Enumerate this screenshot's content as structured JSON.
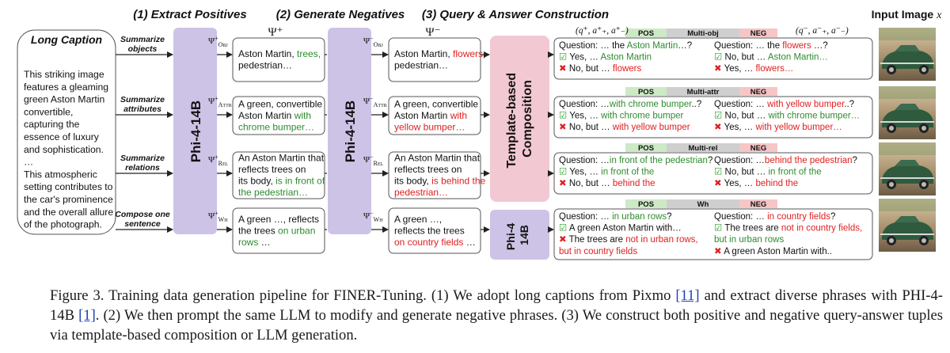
{
  "headers": {
    "step1": "(1) Extract Positives",
    "step2": "(2) Generate Negatives",
    "step3": "(3) Query & Answer Construction",
    "input_image": "Input Image",
    "input_image_var": "x",
    "psi_plus": "Ψ⁺",
    "psi_minus": "Ψ⁻"
  },
  "long_caption": {
    "title": "Long Caption",
    "lines": [
      "This striking image",
      "features a gleaming",
      "green Aston Martin",
      "convertible,",
      "capturing the",
      "essence of luxury",
      "and sophistication.",
      "…",
      "This atmospheric",
      "setting contributes to",
      "the car's prominence",
      "and the overall allure",
      "of the photograph."
    ]
  },
  "tasks": [
    {
      "lines": [
        "Summarize",
        "objects"
      ]
    },
    {
      "lines": [
        "Summarize",
        "attributes"
      ]
    },
    {
      "lines": [
        "Summarize",
        "relations"
      ]
    },
    {
      "lines": [
        "Compose one",
        "sentence"
      ]
    }
  ],
  "models": {
    "llm1": "Phi-4-14B",
    "llm2": "Phi-4-14B",
    "template": [
      "Template-based",
      "Composition"
    ],
    "llm3": [
      "Phi-4",
      "14B"
    ]
  },
  "psi": {
    "pos": [
      {
        "psi": "Ψ",
        "sup": "+",
        "sub": "Obj"
      },
      {
        "psi": "Ψ",
        "sup": "+",
        "sub": "Attr"
      },
      {
        "psi": "Ψ",
        "sup": "+",
        "sub": "Rel"
      },
      {
        "psi": "Ψ",
        "sup": "+",
        "sub": "Wh"
      }
    ],
    "neg": [
      {
        "psi": "Ψ",
        "sup": "−",
        "sub": "Obj"
      },
      {
        "psi": "Ψ",
        "sup": "−",
        "sub": "Attr"
      },
      {
        "psi": "Ψ",
        "sup": "−",
        "sub": "Rel"
      },
      {
        "psi": "Ψ",
        "sup": "−",
        "sub": "Wh"
      }
    ]
  },
  "positives": [
    [
      [
        {
          "t": "Aston Martin, "
        },
        {
          "t": "trees,",
          "c": "green"
        }
      ],
      [
        {
          "t": "pedestrian…"
        }
      ]
    ],
    [
      [
        {
          "t": "A green, convertible"
        }
      ],
      [
        {
          "t": "Aston Martin "
        },
        {
          "t": "with",
          "c": "green"
        }
      ],
      [
        {
          "t": "chrome bumper…",
          "c": "green"
        }
      ]
    ],
    [
      [
        {
          "t": "An Aston Martin that"
        }
      ],
      [
        {
          "t": "reflects trees on"
        }
      ],
      [
        {
          "t": "its body, "
        },
        {
          "t": "is in front of",
          "c": "green"
        }
      ],
      [
        {
          "t": "the pedestrian…",
          "c": "green"
        }
      ]
    ],
    [
      [
        {
          "t": "A green …, reflects"
        }
      ],
      [
        {
          "t": "the trees "
        },
        {
          "t": "on urban",
          "c": "green"
        }
      ],
      [
        {
          "t": "rows",
          "c": "green"
        },
        {
          "t": " …"
        }
      ]
    ]
  ],
  "negatives": [
    [
      [
        {
          "t": "Aston Martin, "
        },
        {
          "t": "flowers",
          "c": "red"
        },
        {
          "t": ","
        }
      ],
      [
        {
          "t": "pedestrian…"
        }
      ]
    ],
    [
      [
        {
          "t": "A green, convertible"
        }
      ],
      [
        {
          "t": "Aston Martin "
        },
        {
          "t": "with",
          "c": "red"
        }
      ],
      [
        {
          "t": "yellow bumper…",
          "c": "red"
        }
      ]
    ],
    [
      [
        {
          "t": "An Aston Martin that"
        }
      ],
      [
        {
          "t": "reflects trees on"
        }
      ],
      [
        {
          "t": "its body, "
        },
        {
          "t": "is behind the",
          "c": "red"
        }
      ],
      [
        {
          "t": "pedestrian…",
          "c": "red"
        }
      ]
    ],
    [
      [
        {
          "t": "A green …,"
        }
      ],
      [
        {
          "t": "reflects the trees"
        }
      ],
      [
        {
          "t": "on country fields",
          "c": "red"
        },
        {
          "t": " …"
        }
      ]
    ]
  ],
  "qa_header_note": {
    "left": "(q⁺, a⁺₊, a⁺₋)",
    "right": "(q⁻, a⁻₊, a⁻₋)"
  },
  "qa_tags": [
    {
      "pos": "POS",
      "mid": "Multi-obj",
      "neg": "NEG"
    },
    {
      "pos": "POS",
      "mid": "Multi-attr",
      "neg": "NEG"
    },
    {
      "pos": "POS",
      "mid": "Multi-rel",
      "neg": "NEG"
    },
    {
      "pos": "POS",
      "mid": "Wh",
      "neg": "NEG"
    }
  ],
  "qa": [
    {
      "left": [
        [
          {
            "t": "Question: … the "
          },
          {
            "t": "Aston Martin",
            "c": "green"
          },
          {
            "t": "…?"
          }
        ],
        [
          {
            "i": "check"
          },
          {
            "t": " Yes, … "
          },
          {
            "t": "Aston Martin",
            "c": "green"
          }
        ],
        [
          {
            "i": "cross"
          },
          {
            "t": " No, but … "
          },
          {
            "t": "flowers",
            "c": "red"
          }
        ]
      ],
      "right": [
        [
          {
            "t": "Question: … the "
          },
          {
            "t": "flowers",
            "c": "red"
          },
          {
            "t": " …?"
          }
        ],
        [
          {
            "i": "check"
          },
          {
            "t": " No, but … "
          },
          {
            "t": "Aston Martin…",
            "c": "green"
          }
        ],
        [
          {
            "i": "cross"
          },
          {
            "t": " Yes, … "
          },
          {
            "t": "flowers…",
            "c": "red"
          }
        ]
      ]
    },
    {
      "left": [
        [
          {
            "t": "Question: …"
          },
          {
            "t": "with chrome bumper",
            "c": "green"
          },
          {
            "t": "..?"
          }
        ],
        [
          {
            "i": "check"
          },
          {
            "t": " Yes, … "
          },
          {
            "t": "with chrome bumper",
            "c": "green"
          }
        ],
        [
          {
            "i": "cross"
          },
          {
            "t": " No, but … "
          },
          {
            "t": "with yellow bumper",
            "c": "red"
          }
        ]
      ],
      "right": [
        [
          {
            "t": "Question: … "
          },
          {
            "t": "with yellow bumper",
            "c": "red"
          },
          {
            "t": "..?"
          }
        ],
        [
          {
            "i": "check"
          },
          {
            "t": " No, but … "
          },
          {
            "t": "with chrome bumper…",
            "c": "green"
          }
        ],
        [
          {
            "i": "cross"
          },
          {
            "t": " Yes, … "
          },
          {
            "t": "with yellow bumper…",
            "c": "red"
          }
        ]
      ]
    },
    {
      "left": [
        [
          {
            "t": "Question: …"
          },
          {
            "t": "in front of the pedestrian",
            "c": "green"
          },
          {
            "t": "?"
          }
        ],
        [
          {
            "i": "check"
          },
          {
            "t": " Yes, … "
          },
          {
            "t": "in front of the",
            "c": "green"
          }
        ],
        [
          {
            "i": "cross"
          },
          {
            "t": " No, but … "
          },
          {
            "t": "behind the",
            "c": "red"
          }
        ]
      ],
      "right": [
        [
          {
            "t": "Question: …"
          },
          {
            "t": "behind the pedestrian",
            "c": "red"
          },
          {
            "t": "?"
          }
        ],
        [
          {
            "i": "check"
          },
          {
            "t": " No, but … "
          },
          {
            "t": "in front of the",
            "c": "green"
          }
        ],
        [
          {
            "i": "cross"
          },
          {
            "t": " Yes, … "
          },
          {
            "t": "behind the",
            "c": "red"
          }
        ]
      ]
    },
    {
      "left": [
        [
          {
            "t": "Question: … "
          },
          {
            "t": "in urban rows",
            "c": "green"
          },
          {
            "t": "?"
          }
        ],
        [
          {
            "i": "check"
          },
          {
            "t": " A green Aston Martin with…"
          }
        ],
        [
          {
            "i": "cross"
          },
          {
            "t": " The trees are "
          },
          {
            "t": "not in urban rows,",
            "c": "red"
          }
        ],
        [
          {
            "t": "     "
          },
          {
            "t": "but in country fields",
            "c": "red"
          }
        ]
      ],
      "right": [
        [
          {
            "t": "Question: … "
          },
          {
            "t": "in country fields",
            "c": "red"
          },
          {
            "t": "?"
          }
        ],
        [
          {
            "i": "check"
          },
          {
            "t": " The trees are "
          },
          {
            "t": "not in country fields,",
            "c": "red"
          }
        ],
        [
          {
            "t": "     "
          },
          {
            "t": "but in urban rows",
            "c": "green"
          }
        ],
        [
          {
            "i": "cross"
          },
          {
            "t": " A green Aston Martin with.."
          }
        ]
      ]
    }
  ],
  "caption": {
    "label": "Figure 3.",
    "text_a": " Training data generation pipeline for FINER-Tuning. (1) We adopt long captions from Pixmo ",
    "ref_a": "[11]",
    "text_b": " and extract diverse phrases with PHI-4-14B ",
    "ref_b": "[1]",
    "text_c": ". (2) We then prompt the same LLM to modify and generate negative phrases. (3) We construct both positive and negative query-answer tuples via template-based composition or LLM generation."
  },
  "colors": {
    "phi": "#cdc3e6",
    "template": "#f2c8d3",
    "green_text": "#2e8b2e",
    "red_text": "#e02020",
    "pos_tag": "#cde9c6",
    "neg_tag": "#f6c6c6",
    "mid_tag": "#cfcfcf",
    "car_green": "#2f5a3e"
  }
}
